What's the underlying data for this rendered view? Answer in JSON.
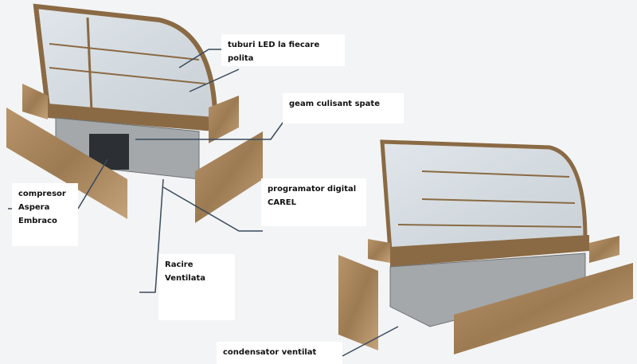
{
  "labels": {
    "led": "tuburi LED la fiecare polita",
    "glass": "geam culisant spate",
    "compressor": "compresor Aspera Embraco",
    "controller": "programator digital CAREL",
    "cooling": "Racire Ventilata",
    "condenser": "condensator ventilat"
  },
  "colors": {
    "frame": "#8a6a44",
    "wood": "#a8865e",
    "line": "#3a4a5c",
    "glass": "#c9d2d8"
  }
}
